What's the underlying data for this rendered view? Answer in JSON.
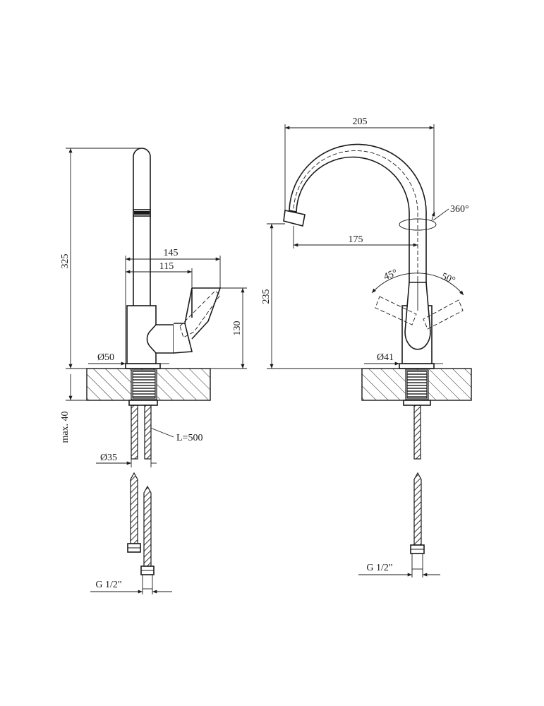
{
  "side_view": {
    "dimensions": {
      "height_total": "325",
      "reach_outer": "145",
      "reach_inner": "115",
      "handle_height": "130",
      "base_diameter": "Ø50",
      "max_thickness": "max. 40",
      "hose_length": "L=500",
      "shank_diameter": "Ø35",
      "thread": "G 1/2\""
    }
  },
  "front_view": {
    "dimensions": {
      "width_total": "205",
      "spout_reach": "175",
      "spout_height": "235",
      "rotation": "360°",
      "angle_left": "45°",
      "angle_right": "50°",
      "base_diameter": "Ø41",
      "thread": "G 1/2\""
    }
  }
}
